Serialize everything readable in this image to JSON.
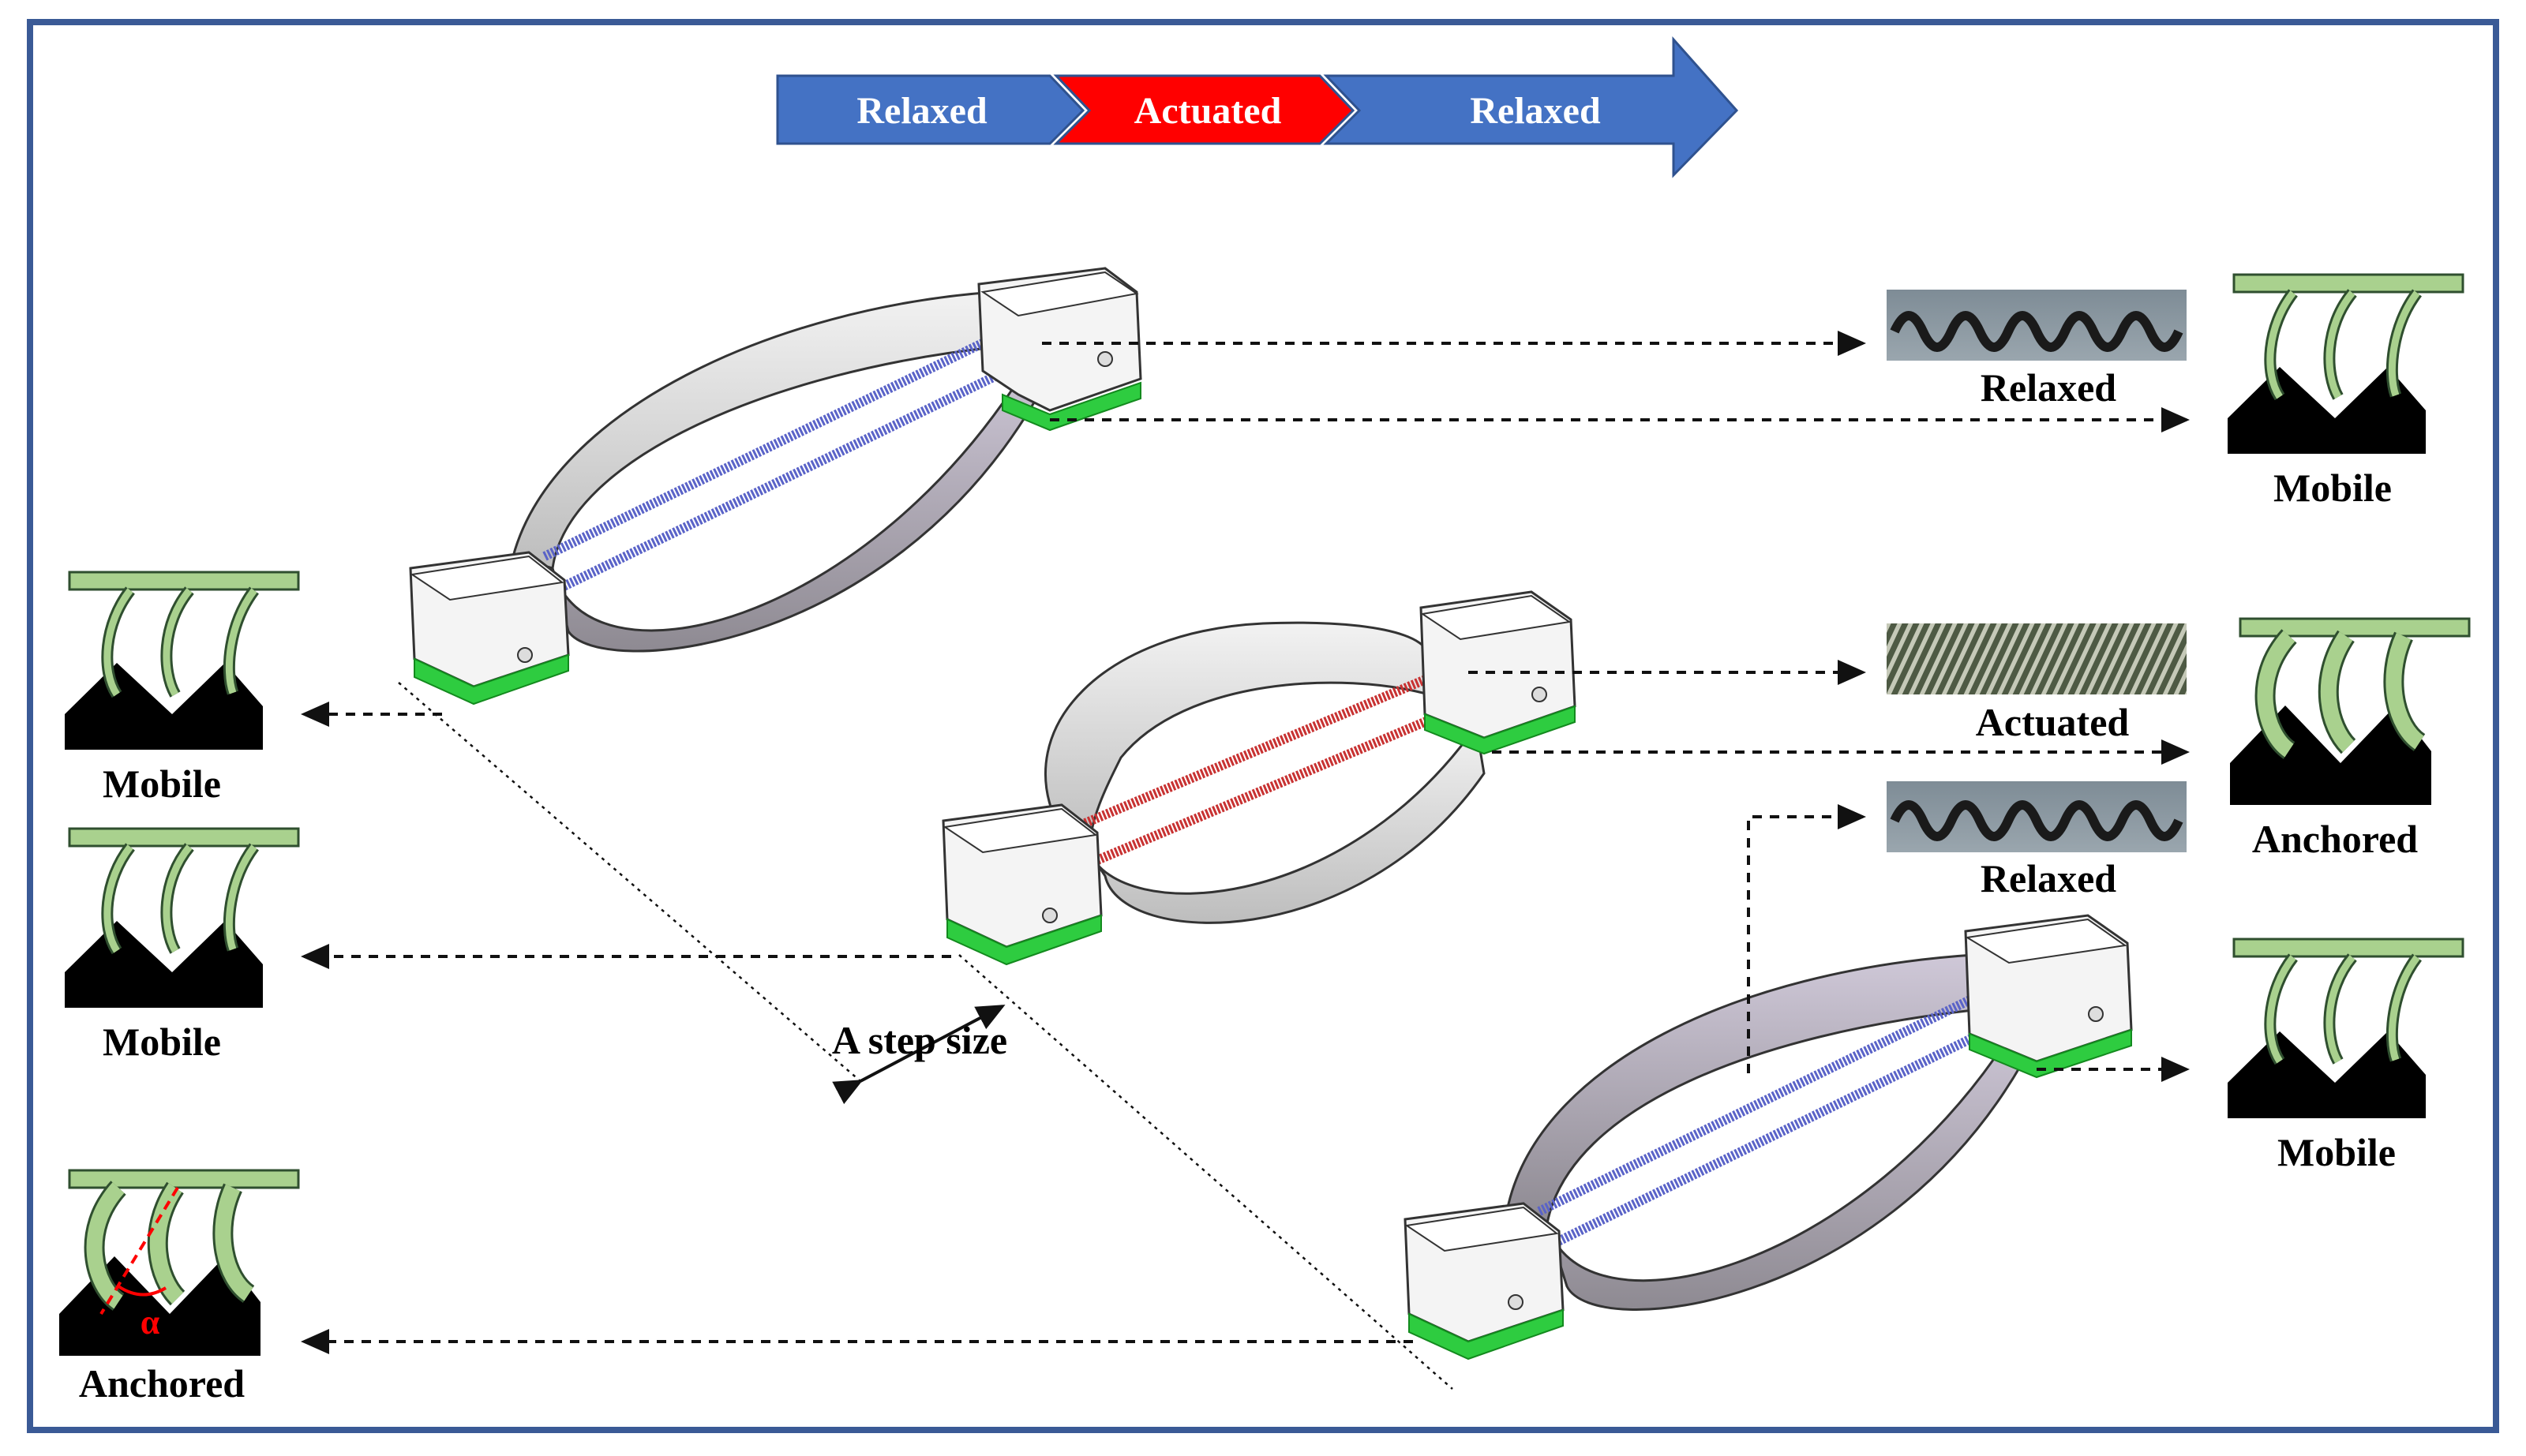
{
  "phase_arrow": {
    "segments": [
      {
        "label": "Relaxed",
        "color": "#4472c4"
      },
      {
        "label": "Actuated",
        "color": "#ff0000"
      },
      {
        "label": "Relaxed",
        "color": "#4472c4"
      }
    ]
  },
  "left_states": [
    {
      "label": "Mobile"
    },
    {
      "label": "Mobile"
    },
    {
      "label": "Anchored",
      "angle_symbol": "α"
    }
  ],
  "right_states": [
    {
      "label": "Mobile"
    },
    {
      "label": "Anchored"
    },
    {
      "label": "Mobile"
    }
  ],
  "spring_states": [
    {
      "label": "Relaxed"
    },
    {
      "label": "Actuated"
    },
    {
      "label": "Relaxed"
    }
  ],
  "step_label": "A step size",
  "colors": {
    "frame": "#3a5a96",
    "relaxed_arrow": "#4472c4",
    "actuated_arrow": "#ff0000",
    "spring_relaxed": "#5a63c8",
    "spring_actuated": "#c83232",
    "pad": "#2ecc40",
    "hair_fill": "#a9d18e"
  }
}
